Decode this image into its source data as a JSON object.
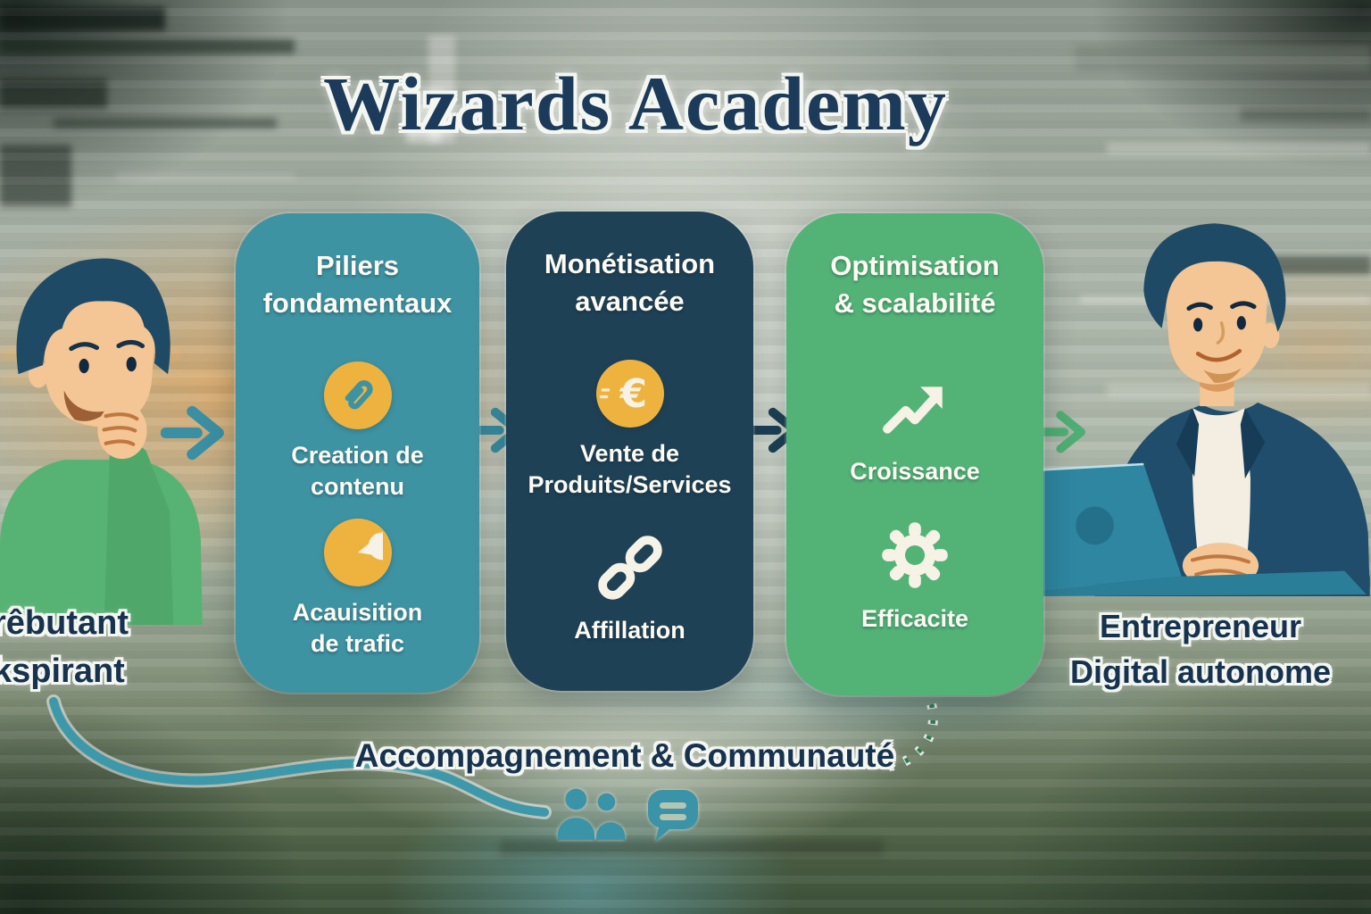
{
  "title": "Wizards Academy",
  "left_actor": {
    "line1": "rêbutant",
    "line2": "kspirant"
  },
  "right_actor": {
    "line1": "Entrepreneur",
    "line2": "Digital autonome"
  },
  "cards": [
    {
      "title": "Piliers\nfondamentaux",
      "color": "#3e93a3",
      "items": [
        {
          "icon": "paperclip-icon",
          "label": "Creation de\ncontenu"
        },
        {
          "icon": "pie-chart-icon",
          "label": "Acauisition\nde trafic"
        }
      ]
    },
    {
      "title": "Monétisation\navancée",
      "color": "#1f4156",
      "items": [
        {
          "icon": "euro-coin-icon",
          "label": "Vente de\nProduits/Services"
        },
        {
          "icon": "chain-link-icon",
          "label": "Affillation"
        }
      ]
    },
    {
      "title": "Optimisation\n& scalabilité",
      "color": "#53b377",
      "items": [
        {
          "icon": "trending-up-icon",
          "label": "Croissance"
        },
        {
          "icon": "gear-icon",
          "label": "Efficacite"
        }
      ]
    }
  ],
  "footer": {
    "label": "Accompagnement & Communauté",
    "icons": [
      "people-icon",
      "chat-bubble-icon"
    ]
  },
  "flow_arrows": [
    "teal",
    "teal",
    "navy",
    "green"
  ],
  "colors": {
    "card_teal": "#3e93a3",
    "card_navy": "#1f4156",
    "card_green": "#53b377",
    "icon_yellow": "#eeb33f",
    "title_navy": "#1c3a5a",
    "connector_teal": "#3d98aa",
    "dotted_green": "#2f7e52"
  }
}
